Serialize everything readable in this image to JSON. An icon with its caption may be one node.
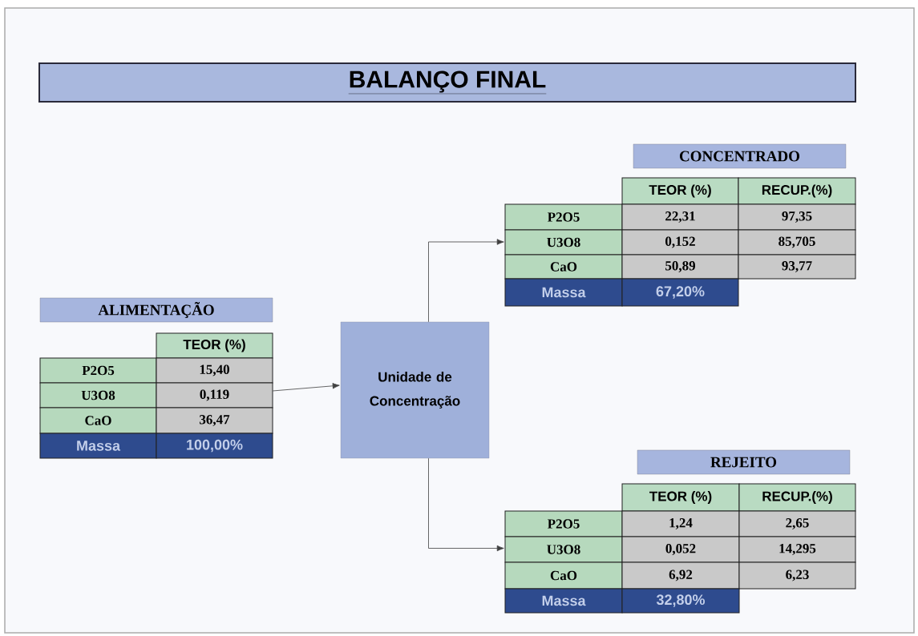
{
  "diagram": {
    "title": "BALANÇO FINAL",
    "nodes": [
      {
        "text": [
          "ALIMENTAÇÃO"
        ]
      },
      {
        "text": [
          "TEOR (%)",
          "P2O5",
          "15,40",
          "U3O8",
          "0,119",
          "CaO",
          "36,47",
          "Massa",
          "100,00%"
        ]
      },
      {
        "text": [
          "Unidade de Concentração"
        ]
      },
      {
        "text": [
          "CONCENTRADO"
        ]
      },
      {
        "text": [
          "TEOR (%)",
          "RECUP.(%)",
          "P2O5",
          "22,31",
          "97,35",
          "U3O8",
          "0,152",
          "85,705",
          "CaO",
          "50,89",
          "93,77",
          "Massa",
          "67,20%"
        ]
      },
      {
        "text": [
          "REJEITO"
        ]
      },
      {
        "text": [
          "TEOR (%)",
          "RECUP.(%)",
          "P2O5",
          "1,24",
          "2,65",
          "U3O8",
          "0,052",
          "14,295",
          "CaO",
          "6,92",
          "6,23",
          "Massa",
          "32,80%"
        ]
      }
    ],
    "edges": [
      {
        "from": 1,
        "to": 2,
        "arrow": "to"
      },
      {
        "from": 2,
        "to": 4,
        "arrow": "to"
      },
      {
        "from": 2,
        "to": 6,
        "arrow": "to"
      }
    ]
  }
}
